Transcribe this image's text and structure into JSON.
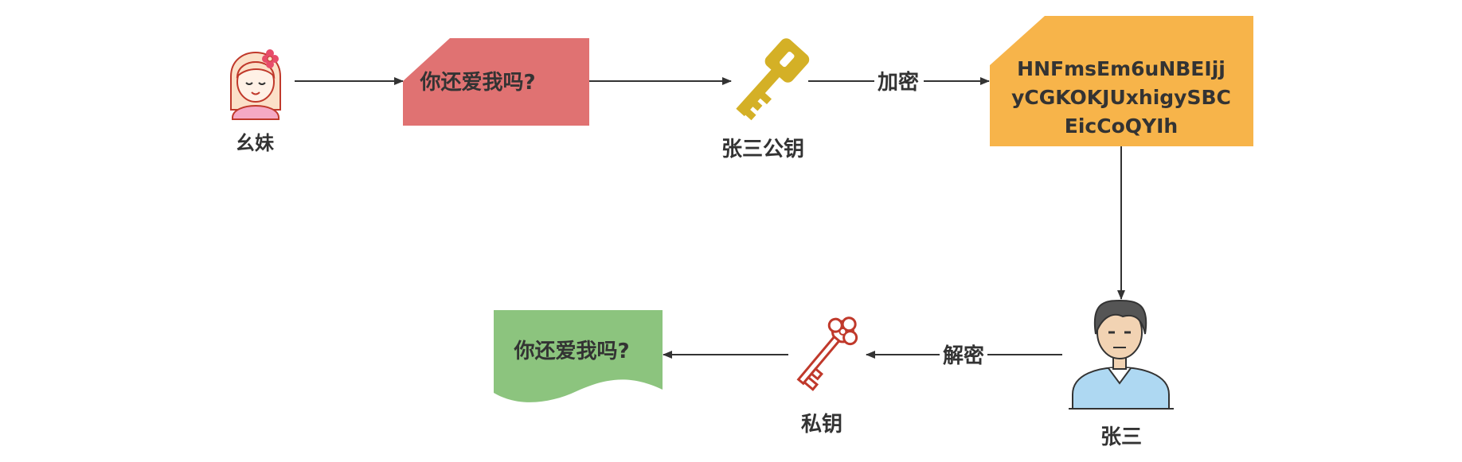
{
  "diagram": {
    "actors": {
      "sender_label": "幺妹",
      "receiver_label": "张三"
    },
    "keys": {
      "public_key_label": "张三公钥",
      "private_key_label": "私钥"
    },
    "steps": {
      "encrypt_label": "加密",
      "decrypt_label": "解密"
    },
    "messages": {
      "plaintext_label": "你还爱我吗?",
      "ciphertext_lines": [
        "HNFmsEm6uNBEIjj",
        "yCGKOKJUxhigySBC",
        "EicCoQYIh"
      ],
      "decrypted_label": "你还爱我吗?"
    },
    "colors": {
      "plaintext_box": "#e07272",
      "ciphertext_box": "#f7b44a",
      "decrypted_doc": "#8cc47e",
      "public_key": "#d4b026",
      "private_key": "#c0392b",
      "arrow": "#333333",
      "text": "#333333"
    },
    "icons": {
      "sender": "girl-avatar-icon",
      "receiver": "man-avatar-icon",
      "public_key": "key-icon",
      "private_key": "antique-key-icon"
    }
  }
}
